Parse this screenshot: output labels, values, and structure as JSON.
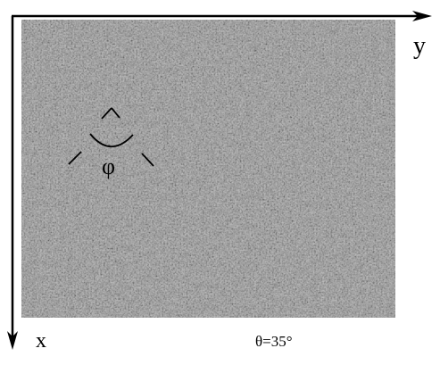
{
  "figure": {
    "axis_x_label": "x",
    "axis_y_label": "y",
    "angle_symbol": "φ",
    "caption": "θ=35°",
    "colors": {
      "axis": "#000000",
      "texture_base": "#858585",
      "texture_dark": "#4e4e4e",
      "texture_light": "#b9b9b9"
    },
    "icons": {
      "axis_arrows": "arrow-head-icon",
      "angle_marker": "dashed-angle-arc-icon"
    }
  }
}
